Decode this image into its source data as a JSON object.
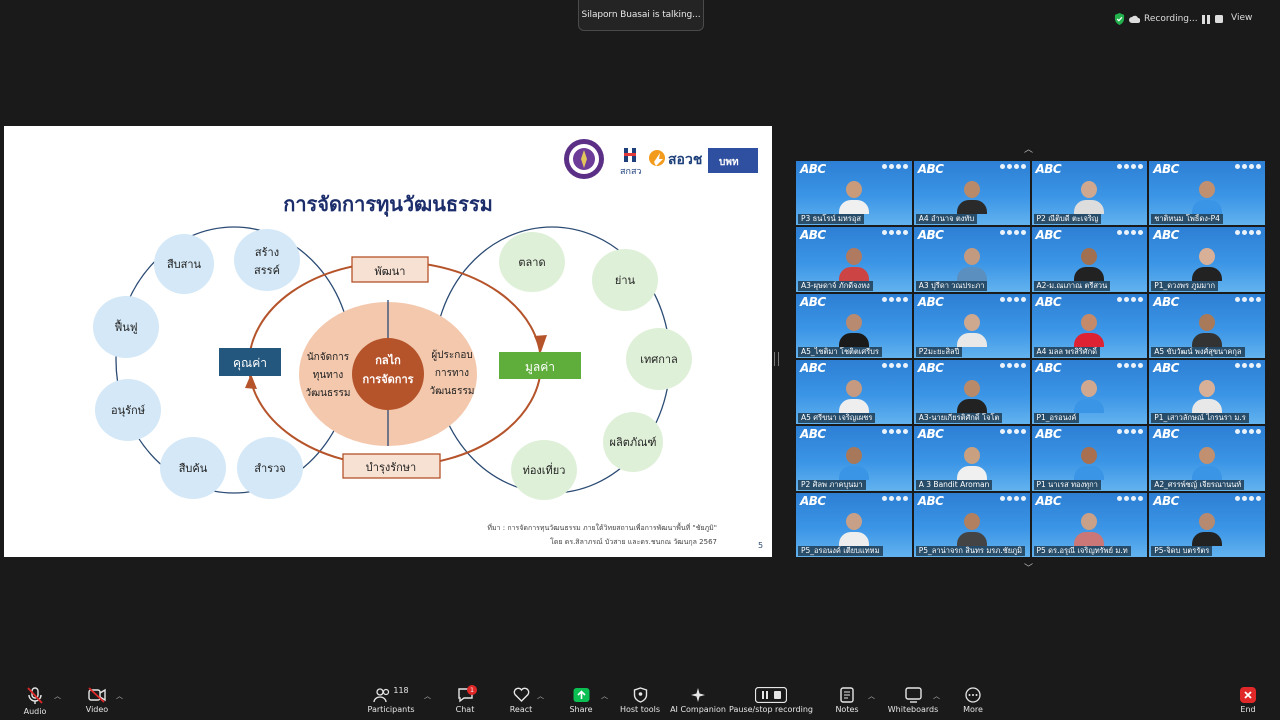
{
  "top": {
    "talking": "Silaporn Buasai is talking...",
    "recording": "Recording...",
    "view": "View"
  },
  "slide": {
    "title": "การจัดการทุนวัฒนธรรม",
    "logos": [
      "สกสว",
      "สอวช",
      "บพท"
    ],
    "left_nodes": [
      "สืบสาน",
      "สร้าง",
      "สรรค์",
      "ฟื้นฟู",
      "อนุรักษ์",
      "สืบค้น",
      "สำรวจ"
    ],
    "right_nodes": [
      "ตลาด",
      "ย่าน",
      "เทศกาล",
      "ผลิตภัณฑ์",
      "ท่องเที่ยว"
    ],
    "top_box": "พัฒนา",
    "bottom_box": "บำรุงรักษา",
    "left_box": "คุณค่า",
    "right_box": "มูลค่า",
    "center_left": [
      "นักจัดการ",
      "ทุนทาง",
      "วัฒนธรรม"
    ],
    "center_core": [
      "กลไก",
      "การจัดการ"
    ],
    "center_right": [
      "ผู้ประกอบ",
      "การทาง",
      "วัฒนธรรม"
    ],
    "source_1": "ที่มา : การจัดการทุนวัฒนธรรม ภายใต้วิทยสถานเพื่อการพัฒนาพื้นที่ \"ชัยภูมิ\"",
    "source_2": "โดย ดร.สิลาภรณ์ บัวสาย และดร.ชนกณ วัฒนกุล 2567",
    "page": "5"
  },
  "gallery": {
    "logo": "ABC",
    "participants": [
      {
        "name": "P3 ธนโรน์ มหรอุส",
        "skin": "#c99b7a",
        "shirt": "#f0f0f0"
      },
      {
        "name": "A4 อำนาจ ตงทับ",
        "skin": "#b88a6a",
        "shirt": "#2a2a2a"
      },
      {
        "name": "P2 ณีติบดี ตะเจริญ",
        "skin": "#d0a890",
        "shirt": "#ddd"
      },
      {
        "name": "ชาติหนม โพธิ์ดง-P4",
        "skin": "#c09070",
        "shirt": "#3b95e6"
      },
      {
        "name": "A3-ผุษดาจ์ ภักดีจงหง",
        "skin": "#b07a60",
        "shirt": "#c44"
      },
      {
        "name": "A3 ปุรีดา วณประภา",
        "skin": "#c29a80",
        "shirt": "#5a8fc0"
      },
      {
        "name": "A2-ม.ณเภาณ ตรีสวน",
        "skin": "#a07050",
        "shirt": "#222"
      },
      {
        "name": "P1_ดวงพร ภูมมาก",
        "skin": "#d8b098",
        "shirt": "#222"
      },
      {
        "name": "A5_ไชติมา โชติตเศรีบร",
        "skin": "#b88a70",
        "shirt": "#1a1a1a"
      },
      {
        "name": "P2มะยะสิลปี",
        "skin": "#cfa890",
        "shirt": "#e8e8e8"
      },
      {
        "name": "A4 มลล พรสิริศักดิ์",
        "skin": "#c58a6a",
        "shirt": "#d23"
      },
      {
        "name": "A5 ขับวัฒน์ พงศ์สุขนาคกุล",
        "skin": "#a87a5a",
        "shirt": "#333"
      },
      {
        "name": "A5 ศรีขนา เจริญเผชร",
        "skin": "#c59a80",
        "shirt": "#eee"
      },
      {
        "name": "A3-นายเกียรติศักดิ์ โจโต",
        "skin": "#b88a6a",
        "shirt": "#222"
      },
      {
        "name": "P1_อรอนงค์",
        "skin": "#d0a890",
        "shirt": "#3b95e6"
      },
      {
        "name": "P1_เสาวลักษณ์ ไกรนรา ม.ร",
        "skin": "#d8b098",
        "shirt": "#e8e8e8"
      },
      {
        "name": "P2 ศิลพ ภาคบุนมา",
        "skin": "#a8785a",
        "shirt": "#3b95e6"
      },
      {
        "name": "A 3 Bandit Aroman",
        "skin": "#c9a080",
        "shirt": "#f0f0f0"
      },
      {
        "name": "P1 นาเรส ทองทุกา",
        "skin": "#a87050",
        "shirt": "#3b95e6"
      },
      {
        "name": "A2_ศรรพ์ชญ์ เจียรณานนท์",
        "skin": "#c09070",
        "shirt": "#3b95e6"
      },
      {
        "name": "P5_อรอนงค์ เตียบแทหม",
        "skin": "#c8a088",
        "shirt": "#eee"
      },
      {
        "name": "P5_ลาน่าจรก สินทร มรภ.ชัยภูมิ",
        "skin": "#b08060",
        "shirt": "#444"
      },
      {
        "name": "P5 ดร.อรุณี เจริญทรัพย์ ม.ท",
        "skin": "#c9a088",
        "shirt": "#c77"
      },
      {
        "name": "P5-จิดบ บตรรัตร",
        "skin": "#b68a70",
        "shirt": "#222"
      }
    ]
  },
  "toolbar": {
    "audio": "Audio",
    "video": "Video",
    "participants": "Participants",
    "participants_count": "118",
    "chat": "Chat",
    "chat_badge": "1",
    "react": "React",
    "share": "Share",
    "host_tools": "Host tools",
    "ai": "AI Companion",
    "pause": "Pause/stop recording",
    "notes": "Notes",
    "whiteboards": "Whiteboards",
    "more": "More",
    "end": "End"
  },
  "colors": {
    "accent_green": "#0bbf53",
    "end_red": "#e02828",
    "slide_brown": "#b5532a",
    "node_blue": "#d4e8f7",
    "node_green": "#dff0d8",
    "box_blue": "#24577e",
    "box_green": "#5fae3c"
  }
}
